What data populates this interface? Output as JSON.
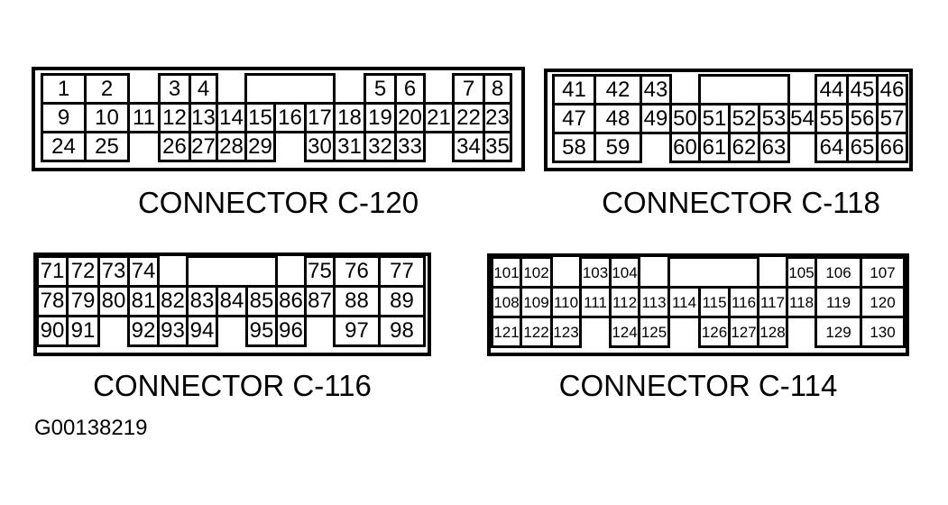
{
  "figure_code": "G00138219",
  "connectors": [
    {
      "id": "c120",
      "caption": "CONNECTOR C-120",
      "columns": [
        48,
        48,
        34,
        34,
        30,
        32,
        32,
        34,
        32,
        34,
        34,
        32,
        32,
        34,
        30
      ],
      "rows": [
        [
          {
            "t": "pin",
            "n": "1"
          },
          {
            "t": "pin",
            "n": "2"
          },
          {
            "t": "gap"
          },
          {
            "t": "pin",
            "n": "3"
          },
          {
            "t": "pin",
            "n": "4"
          },
          {
            "t": "gap"
          },
          {
            "t": "key",
            "span": 3
          },
          {
            "t": "gap"
          },
          {
            "t": "pin",
            "n": "5"
          },
          {
            "t": "pin",
            "n": "6"
          },
          {
            "t": "gap"
          },
          {
            "t": "pin",
            "n": "7"
          },
          {
            "t": "pin",
            "n": "8"
          }
        ],
        [
          {
            "t": "pin",
            "n": "9"
          },
          {
            "t": "pin",
            "n": "10"
          },
          {
            "t": "pin",
            "n": "11"
          },
          {
            "t": "pin",
            "n": "12"
          },
          {
            "t": "pin",
            "n": "13"
          },
          {
            "t": "pin",
            "n": "14"
          },
          {
            "t": "pin",
            "n": "15"
          },
          {
            "t": "pin",
            "n": "16"
          },
          {
            "t": "pin",
            "n": "17"
          },
          {
            "t": "pin",
            "n": "18"
          },
          {
            "t": "pin",
            "n": "19"
          },
          {
            "t": "pin",
            "n": "20"
          },
          {
            "t": "pin",
            "n": "21"
          },
          {
            "t": "pin",
            "n": "22"
          },
          {
            "t": "pin",
            "n": "23"
          }
        ],
        [
          {
            "t": "pin",
            "n": "24"
          },
          {
            "t": "pin",
            "n": "25"
          },
          {
            "t": "gap"
          },
          {
            "t": "pin",
            "n": "26"
          },
          {
            "t": "pin",
            "n": "27"
          },
          {
            "t": "pin",
            "n": "28"
          },
          {
            "t": "pin",
            "n": "29"
          },
          {
            "t": "gap"
          },
          {
            "t": "pin",
            "n": "30"
          },
          {
            "t": "pin",
            "n": "31"
          },
          {
            "t": "pin",
            "n": "32"
          },
          {
            "t": "pin",
            "n": "33"
          },
          {
            "t": "gap"
          },
          {
            "t": "pin",
            "n": "34"
          },
          {
            "t": "pin",
            "n": "35"
          }
        ]
      ]
    },
    {
      "id": "c118",
      "caption": "CONNECTOR C-118",
      "columns": [
        46,
        51,
        33,
        32,
        33,
        33,
        33,
        30,
        35,
        33,
        33
      ],
      "rows": [
        [
          {
            "t": "pin",
            "n": "41"
          },
          {
            "t": "pin",
            "n": "42"
          },
          {
            "t": "pin",
            "n": "43"
          },
          {
            "t": "gap"
          },
          {
            "t": "key",
            "span": 3
          },
          {
            "t": "gap"
          },
          {
            "t": "pin",
            "n": "44"
          },
          {
            "t": "pin",
            "n": "45"
          },
          {
            "t": "pin",
            "n": "46"
          }
        ],
        [
          {
            "t": "pin",
            "n": "47"
          },
          {
            "t": "pin",
            "n": "48"
          },
          {
            "t": "pin",
            "n": "49"
          },
          {
            "t": "pin",
            "n": "50"
          },
          {
            "t": "pin",
            "n": "51"
          },
          {
            "t": "pin",
            "n": "52"
          },
          {
            "t": "pin",
            "n": "53"
          },
          {
            "t": "pin",
            "n": "54"
          },
          {
            "t": "pin",
            "n": "55"
          },
          {
            "t": "pin",
            "n": "56"
          },
          {
            "t": "pin",
            "n": "57"
          }
        ],
        [
          {
            "t": "pin",
            "n": "58"
          },
          {
            "t": "pin",
            "n": "59"
          },
          {
            "t": "gap"
          },
          {
            "t": "pin",
            "n": "60"
          },
          {
            "t": "pin",
            "n": "61"
          },
          {
            "t": "pin",
            "n": "62"
          },
          {
            "t": "pin",
            "n": "63"
          },
          {
            "t": "gap"
          },
          {
            "t": "pin",
            "n": "64"
          },
          {
            "t": "pin",
            "n": "65"
          },
          {
            "t": "pin",
            "n": "66"
          }
        ]
      ]
    },
    {
      "id": "c116",
      "caption": "CONNECTOR C-116",
      "columns": [
        33,
        35,
        33,
        33,
        32,
        33,
        33,
        33,
        32,
        32,
        50,
        50
      ],
      "rows": [
        [
          {
            "t": "pin",
            "n": "71"
          },
          {
            "t": "pin",
            "n": "72"
          },
          {
            "t": "pin",
            "n": "73"
          },
          {
            "t": "pin",
            "n": "74"
          },
          {
            "t": "gap"
          },
          {
            "t": "key",
            "span": 3
          },
          {
            "t": "gap"
          },
          {
            "t": "pin",
            "n": "75"
          },
          {
            "t": "pin",
            "n": "76"
          },
          {
            "t": "pin",
            "n": "77"
          }
        ],
        [
          {
            "t": "pin",
            "n": "78"
          },
          {
            "t": "pin",
            "n": "79"
          },
          {
            "t": "pin",
            "n": "80"
          },
          {
            "t": "pin",
            "n": "81"
          },
          {
            "t": "pin",
            "n": "82"
          },
          {
            "t": "pin",
            "n": "83"
          },
          {
            "t": "pin",
            "n": "84"
          },
          {
            "t": "pin",
            "n": "85"
          },
          {
            "t": "pin",
            "n": "86"
          },
          {
            "t": "pin",
            "n": "87"
          },
          {
            "t": "pin",
            "n": "88"
          },
          {
            "t": "pin",
            "n": "89"
          }
        ],
        [
          {
            "t": "pin",
            "n": "90"
          },
          {
            "t": "pin",
            "n": "91"
          },
          {
            "t": "gap"
          },
          {
            "t": "pin",
            "n": "92"
          },
          {
            "t": "pin",
            "n": "93"
          },
          {
            "t": "pin",
            "n": "94"
          },
          {
            "t": "gap"
          },
          {
            "t": "pin",
            "n": "95"
          },
          {
            "t": "pin",
            "n": "96"
          },
          {
            "t": "gap"
          },
          {
            "t": "pin",
            "n": "97"
          },
          {
            "t": "pin",
            "n": "98"
          }
        ]
      ]
    },
    {
      "id": "c114",
      "caption": "CONNECTOR C-114",
      "columns": [
        32,
        34,
        32,
        33,
        32,
        33,
        34,
        33,
        32,
        32,
        32,
        50,
        48
      ],
      "rows": [
        [
          {
            "t": "pin",
            "n": "101"
          },
          {
            "t": "pin",
            "n": "102"
          },
          {
            "t": "gap"
          },
          {
            "t": "pin",
            "n": "103"
          },
          {
            "t": "pin",
            "n": "104"
          },
          {
            "t": "gap"
          },
          {
            "t": "key",
            "span": 3
          },
          {
            "t": "gap"
          },
          {
            "t": "pin",
            "n": "105"
          },
          {
            "t": "pin",
            "n": "106"
          },
          {
            "t": "pin",
            "n": "107"
          }
        ],
        [
          {
            "t": "pin",
            "n": "108"
          },
          {
            "t": "pin",
            "n": "109"
          },
          {
            "t": "pin",
            "n": "110"
          },
          {
            "t": "pin",
            "n": "111"
          },
          {
            "t": "pin",
            "n": "112"
          },
          {
            "t": "pin",
            "n": "113"
          },
          {
            "t": "pin",
            "n": "114"
          },
          {
            "t": "pin",
            "n": "115"
          },
          {
            "t": "pin",
            "n": "116"
          },
          {
            "t": "pin",
            "n": "117"
          },
          {
            "t": "pin",
            "n": "118"
          },
          {
            "t": "pin",
            "n": "119"
          },
          {
            "t": "pin",
            "n": "120"
          }
        ],
        [
          {
            "t": "pin",
            "n": "121"
          },
          {
            "t": "pin",
            "n": "122"
          },
          {
            "t": "pin",
            "n": "123"
          },
          {
            "t": "gap"
          },
          {
            "t": "pin",
            "n": "124"
          },
          {
            "t": "pin",
            "n": "125"
          },
          {
            "t": "gap"
          },
          {
            "t": "pin",
            "n": "126"
          },
          {
            "t": "pin",
            "n": "127"
          },
          {
            "t": "pin",
            "n": "128"
          },
          {
            "t": "gap"
          },
          {
            "t": "pin",
            "n": "129"
          },
          {
            "t": "pin",
            "n": "130"
          }
        ]
      ]
    }
  ]
}
